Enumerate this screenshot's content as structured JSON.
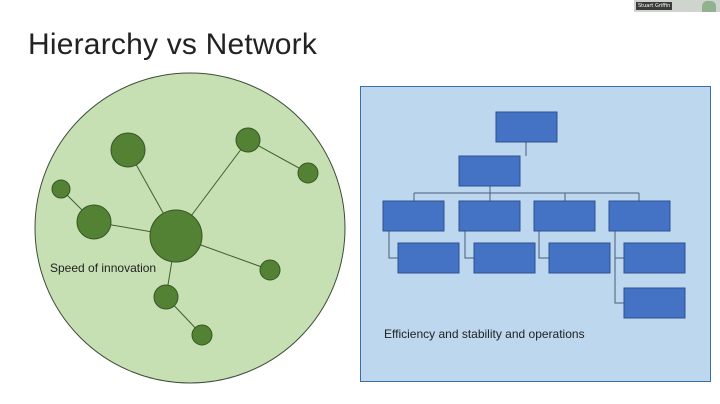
{
  "slide": {
    "title": "Hierarchy vs Network",
    "network_label": "Speed of innovation",
    "hierarchy_label": "Efficiency and stability and operations"
  },
  "video_overlay": {
    "name": "Stuart Griffin"
  },
  "colors": {
    "network_bg": "#c6e0b4",
    "network_border": "#3e4d3a",
    "node": "#548235",
    "node_border": "#375623",
    "hierarchy_bg": "#bdd7ee",
    "hierarchy_border": "#3e6ea8",
    "box": "#4472c4",
    "box_border": "#2f528f"
  }
}
